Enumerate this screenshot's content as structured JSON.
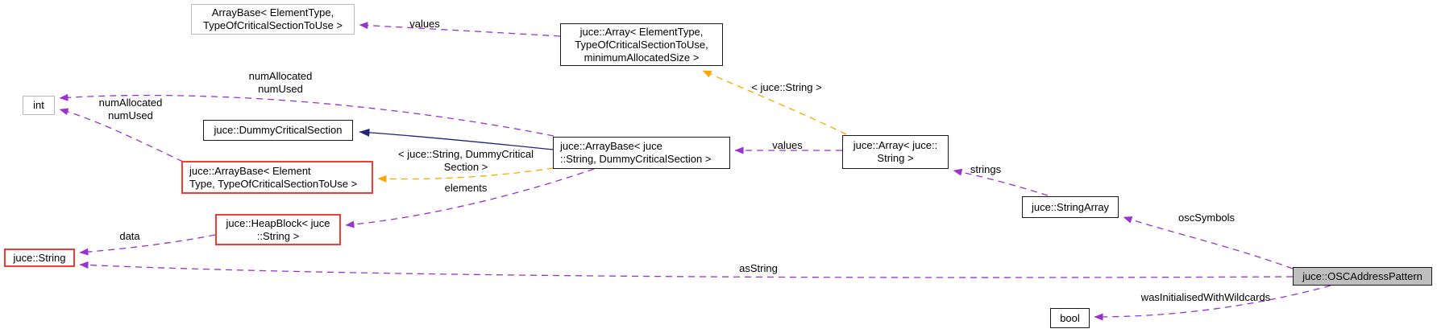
{
  "diagram": {
    "kind": "doxygen-collaboration-graph",
    "focus_class": "juce::OSCAddressPattern",
    "colors": {
      "background": "#ffffff",
      "text": "#000000",
      "usage_edge": "#9a32cd",
      "template_edge": "#ffa500",
      "inheritance_edge": "#23237a",
      "undocumented_border": "#b9b9b9",
      "documented_border": "#1a1a1a",
      "truncated_border": "#f43b33",
      "focus_fill": "#bfbfbf"
    },
    "nodes": [
      {
        "id": "arraybase-generic",
        "lines": [
          "ArrayBase< ElementType,",
          "TypeOfCriticalSectionToUse >"
        ]
      },
      {
        "id": "array-generic",
        "lines": [
          "juce::Array< ElementType,",
          "TypeOfCriticalSectionToUse,",
          "minimumAllocatedSize >"
        ]
      },
      {
        "id": "int",
        "lines": [
          "int"
        ]
      },
      {
        "id": "dummy-critical-section",
        "lines": [
          "juce::DummyCriticalSection"
        ]
      },
      {
        "id": "arraybase-element",
        "lines": [
          "juce::ArrayBase< Element",
          "Type, TypeOfCriticalSectionToUse >"
        ]
      },
      {
        "id": "arraybase-string",
        "lines": [
          "juce::ArrayBase< juce",
          "::String, DummyCriticalSection >"
        ]
      },
      {
        "id": "array-string",
        "lines": [
          "juce::Array< juce::",
          "String >"
        ]
      },
      {
        "id": "heapblock-string",
        "lines": [
          "juce::HeapBlock< juce",
          "::String >"
        ]
      },
      {
        "id": "string",
        "lines": [
          "juce::String"
        ]
      },
      {
        "id": "stringarray",
        "lines": [
          "juce::StringArray"
        ]
      },
      {
        "id": "oscaddresspattern",
        "lines": [
          "juce::OSCAddressPattern"
        ]
      },
      {
        "id": "bool",
        "lines": [
          "bool"
        ]
      }
    ],
    "edges": [
      {
        "type": "usage",
        "from": "array-generic",
        "to": "arraybase-generic",
        "label_lines": [
          "values"
        ]
      },
      {
        "type": "template",
        "from": "array-string",
        "to": "array-generic",
        "label_lines": [
          "< juce::String >"
        ]
      },
      {
        "type": "usage",
        "from": "arraybase-string",
        "to": "int",
        "label_lines": [
          "numAllocated",
          "numUsed"
        ]
      },
      {
        "type": "usage",
        "from": "arraybase-element",
        "to": "int",
        "label_lines": [
          "numAllocated",
          "numUsed"
        ]
      },
      {
        "type": "inheritance",
        "from": "arraybase-string",
        "to": "dummy-critical-section",
        "label_lines": []
      },
      {
        "type": "template",
        "from": "arraybase-string",
        "to": "arraybase-element",
        "label_lines": [
          "< juce::String, DummyCritical",
          "Section >"
        ]
      },
      {
        "type": "usage",
        "from": "arraybase-string",
        "to": "heapblock-string",
        "label_lines": [
          "elements"
        ]
      },
      {
        "type": "usage",
        "from": "array-string",
        "to": "arraybase-string",
        "label_lines": [
          "values"
        ]
      },
      {
        "type": "usage",
        "from": "stringarray",
        "to": "array-string",
        "label_lines": [
          "strings"
        ]
      },
      {
        "type": "usage",
        "from": "oscaddresspattern",
        "to": "stringarray",
        "label_lines": [
          "oscSymbols"
        ]
      },
      {
        "type": "usage",
        "from": "heapblock-string",
        "to": "string",
        "label_lines": [
          "data"
        ]
      },
      {
        "type": "usage",
        "from": "oscaddresspattern",
        "to": "string",
        "label_lines": [
          "asString"
        ]
      },
      {
        "type": "usage",
        "from": "oscaddresspattern",
        "to": "bool",
        "label_lines": [
          "wasInitialisedWithWildcards"
        ]
      }
    ]
  }
}
